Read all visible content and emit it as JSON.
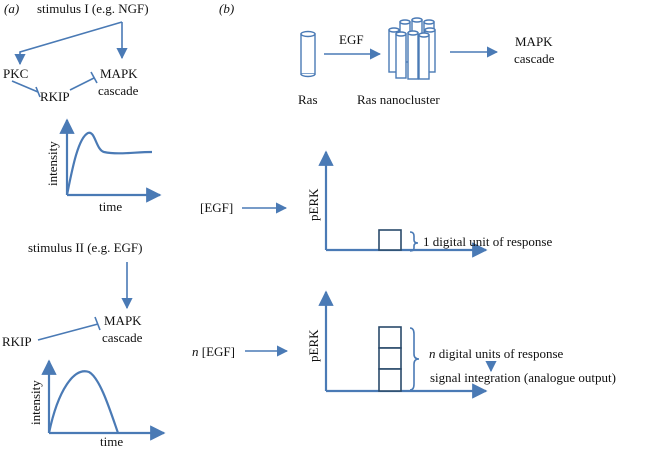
{
  "panel_a": {
    "label": "(a)",
    "stimulus_1": "stimulus I (e.g. NGF)",
    "pkc": "PKC",
    "rkip_1": "RKIP",
    "mapk_1_line1": "MAPK",
    "mapk_1_line2": "cascade",
    "graph_1": {
      "ylabel": "intensity",
      "xlabel": "time"
    },
    "stimulus_2": "stimulus II (e.g. EGF)",
    "rkip_2": "RKIP",
    "mapk_2_line1": "MAPK",
    "mapk_2_line2": "cascade",
    "graph_2": {
      "ylabel": "intensity",
      "xlabel": "time"
    }
  },
  "panel_b": {
    "label": "(b)",
    "egf_arrow": "EGF",
    "ras": "Ras",
    "ras_nanocluster": "Ras nanocluster",
    "mapk_line1": "MAPK",
    "mapk_line2": "cascade",
    "input_1": "[EGF]",
    "graph_1": {
      "ylabel": "pERK",
      "annotation": "1 digital unit of response",
      "boxes": 1
    },
    "input_2_n": "n",
    "input_2_rest": " [EGF]",
    "graph_2": {
      "ylabel": "pERK",
      "annotation_n": "n",
      "annotation_rest": " digital units of response",
      "integration": "signal integration (analogue output)",
      "boxes": 3
    }
  },
  "colors": {
    "arrow": "#4a7ab5",
    "box": "#2a4a6a",
    "text": "#111111"
  }
}
